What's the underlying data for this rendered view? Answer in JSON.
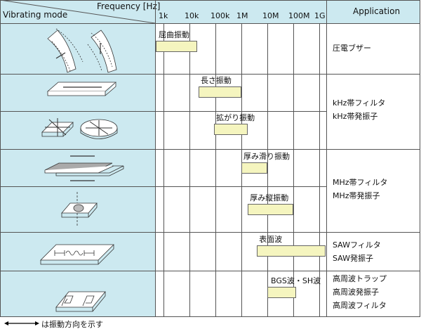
{
  "header": {
    "frequency_label": "Frequency [Hz]",
    "mode_label": "Vibrating mode",
    "application_label": "Application",
    "ticks": [
      "1k",
      "10k",
      "100k",
      "1M",
      "10M",
      "100M",
      "1G"
    ]
  },
  "modes": [
    {
      "label": "屈曲振動",
      "log_start": 2.7,
      "log_end": 4.3
    },
    {
      "label": "長さ振動",
      "log_start": 4.35,
      "log_end": 6.0
    },
    {
      "label": "拡がり振動",
      "log_start": 4.95,
      "log_end": 6.25
    },
    {
      "label": "厚み滑り振動",
      "log_start": 6.0,
      "log_end": 7.0
    },
    {
      "label": "厚み縦振動",
      "log_start": 6.25,
      "log_end": 8.0
    },
    {
      "label": "表面波",
      "log_start": 6.6,
      "log_end": 9.25
    },
    {
      "label": "BGS波・SH波",
      "log_start": 7.0,
      "log_end": 8.1
    }
  ],
  "applications": [
    {
      "lines": [
        "圧電ブザー"
      ]
    },
    {
      "lines": [
        "kHz帯フィルタ",
        "kHz帯発振子"
      ]
    },
    {
      "lines": [
        "MHz帯フィルタ",
        "MHz帯発振子"
      ]
    },
    {
      "lines": [
        "SAWフィルタ",
        "SAW発振子"
      ]
    },
    {
      "lines": [
        "高周波トラップ",
        "高周波発振子",
        "高周波フィルタ"
      ]
    }
  ],
  "footer": {
    "note": "は振動方向を示す"
  },
  "colors": {
    "left_bg": "#cce9f0",
    "bar_fill": "#f5f5bf"
  }
}
